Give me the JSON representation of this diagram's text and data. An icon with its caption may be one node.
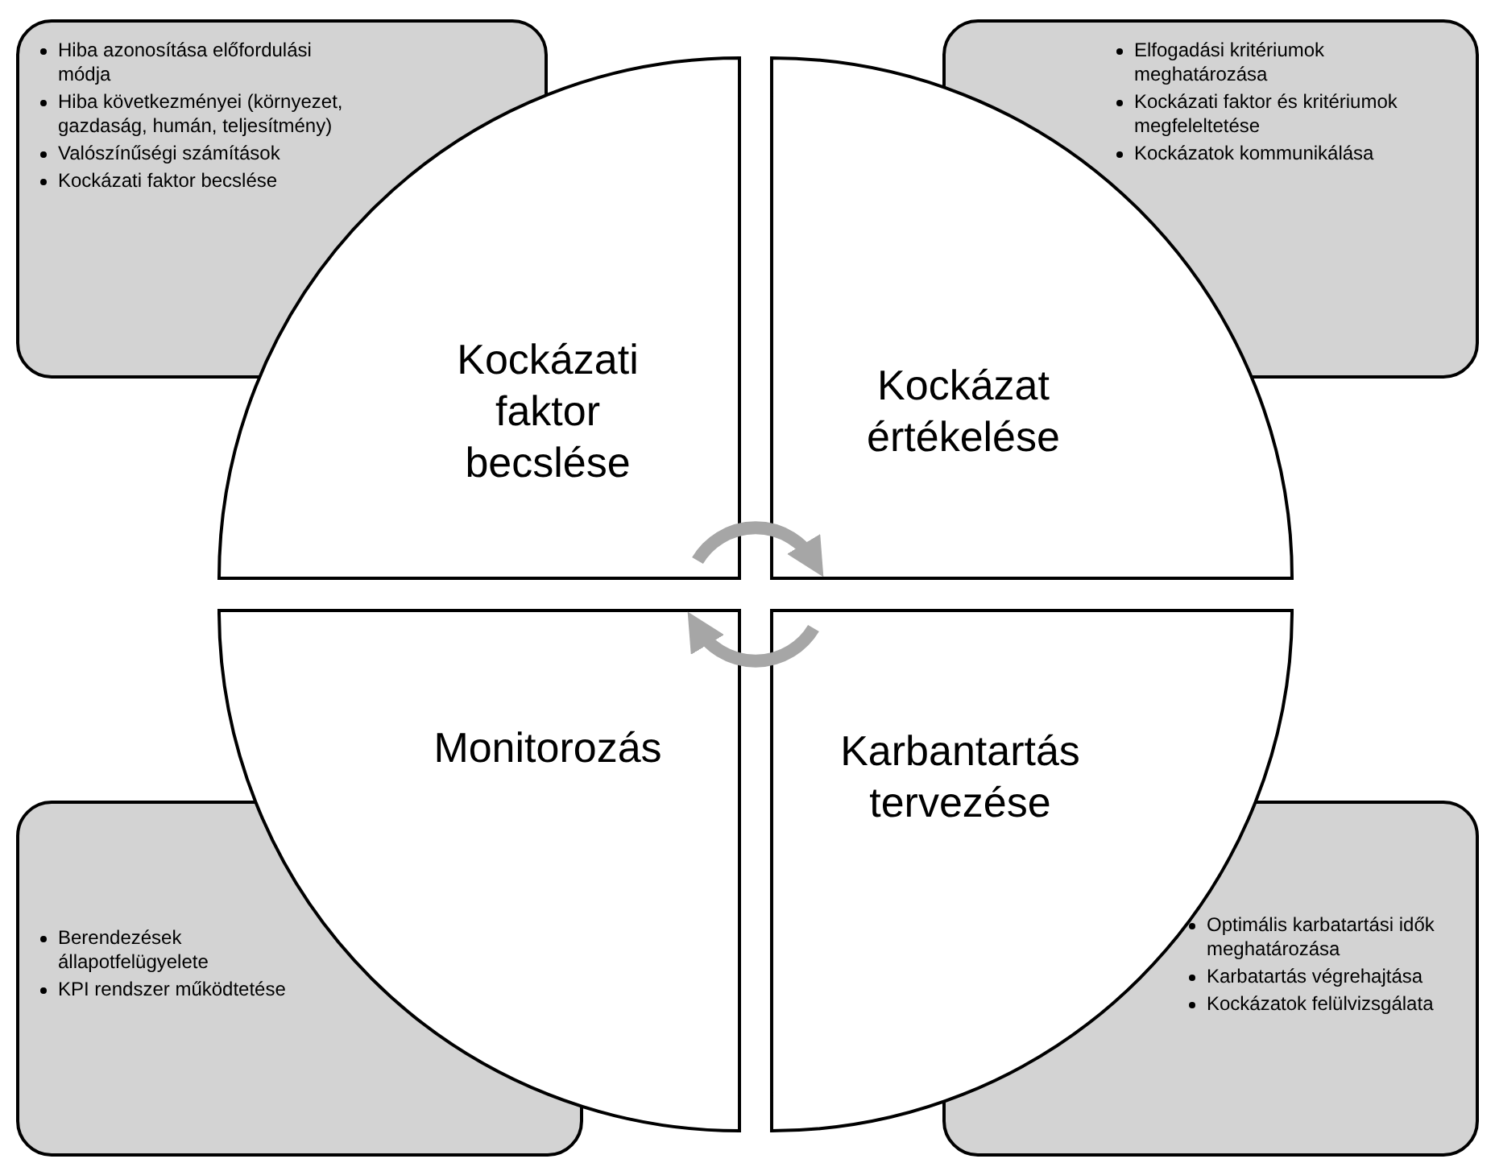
{
  "diagram": {
    "nodes": [
      {
        "text": [
          "Hiba azonosítása előfordulási módja",
          "Hiba következményei (környezet, gazdaság, humán, teljesítmény)",
          "Valószínűségi számítások",
          "Kockázati faktor becslése"
        ]
      },
      {
        "text": [
          "Elfogadási kritériumok meghatározása",
          "Kockázati faktor és kritériumok megfeleltetése",
          "Kockázatok kommunikálása"
        ]
      },
      {
        "text": [
          "Kockázati faktor becslése"
        ]
      },
      {
        "text": [
          "Kockázat értékelése"
        ]
      },
      {
        "text": [
          "Monitorozás"
        ]
      },
      {
        "text": [
          "Karbantartás tervezése"
        ]
      },
      {
        "text": [
          "Berendezések állapotfelügyelete",
          "KPI rendszer működtetése"
        ]
      },
      {
        "text": [
          "Optimális karbatartási idők meghatározása",
          "Karbatartás végrehajtása",
          "Kockázatok felülvizsgálata"
        ]
      }
    ],
    "edges": [
      {
        "from": 2,
        "to": 3,
        "arrow": "to"
      },
      {
        "from": 5,
        "to": 4,
        "arrow": "to"
      }
    ]
  }
}
